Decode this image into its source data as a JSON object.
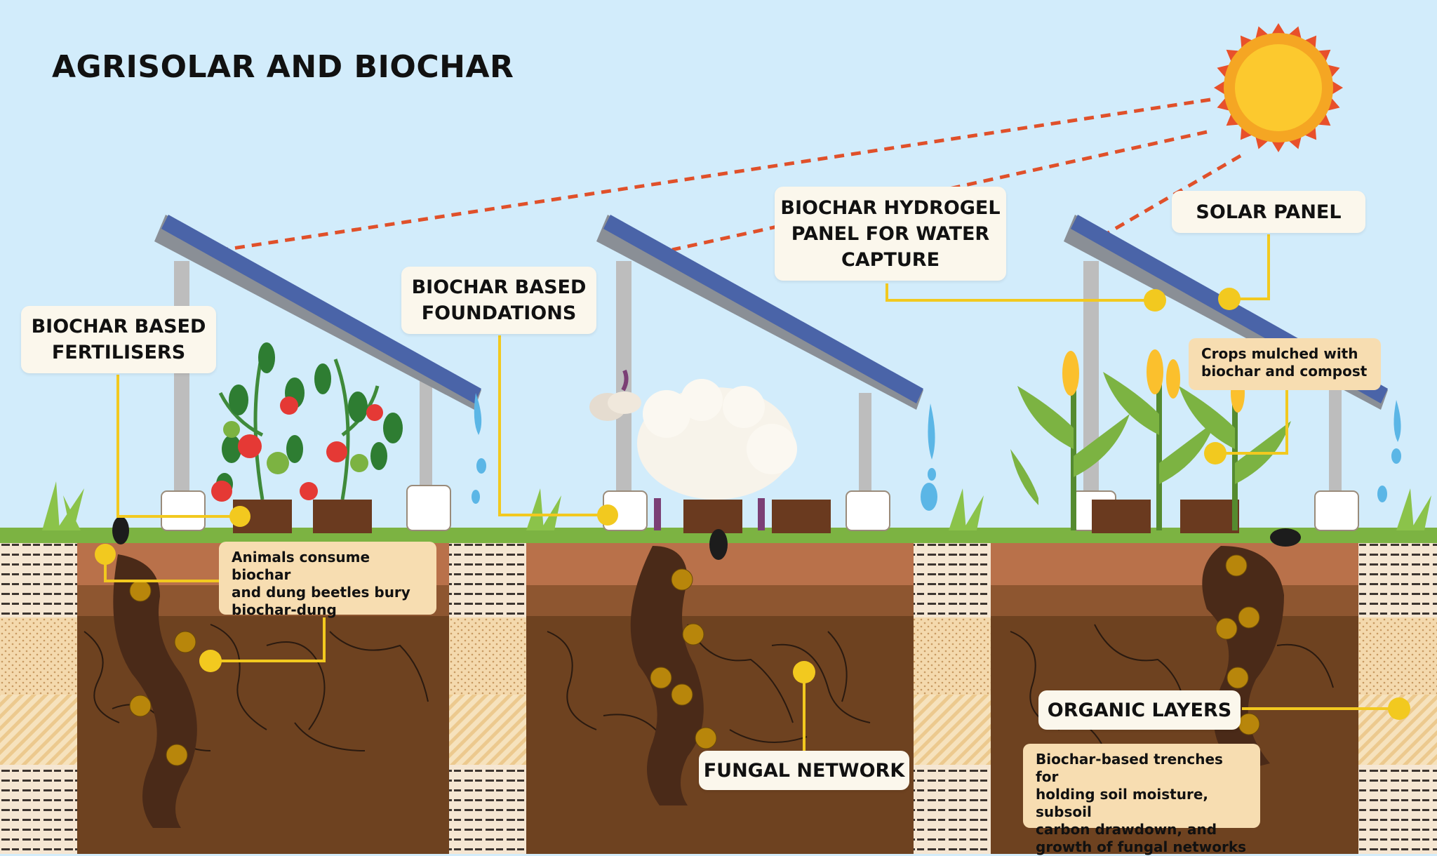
{
  "title": "AGRISOLAR AND BIOCHAR",
  "labels": {
    "fertilisers": [
      "BIOCHAR BASED",
      "FERTILISERS"
    ],
    "foundations": [
      "BIOCHAR BASED",
      "FOUNDATIONS"
    ],
    "hydrogel": [
      "BIOCHAR HYDROGEL",
      "PANEL FOR WATER",
      "CAPTURE"
    ],
    "solar_panel": "SOLAR PANEL",
    "organic_layers": "ORGANIC LAYERS",
    "fungal_network": "FUNGAL NETWORK"
  },
  "notes": {
    "animals": [
      "Animals consume biochar",
      "and dung beetles bury",
      "biochar-dung"
    ],
    "crops": [
      "Crops mulched with",
      "biochar and compost"
    ],
    "trenches": [
      "Biochar-based trenches for",
      "holding soil moisture, subsoil",
      "carbon drawdown, and",
      "growth of fungal networks"
    ]
  },
  "colors": {
    "sky": "#d2ecfb",
    "sun": "#f5a623",
    "sun_rays": "#e8502b",
    "panel": "#4a64a8",
    "leader": "#f2c91f",
    "soil": "#6e4220",
    "biochar": "#4a2a18",
    "grass": "#7cb342"
  }
}
